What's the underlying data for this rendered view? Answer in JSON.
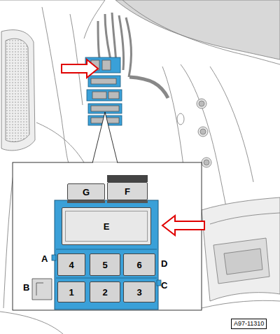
{
  "diagram": {
    "nodes": [
      {
        "text": [
          "G"
        ]
      },
      {
        "text": [
          "F"
        ]
      },
      {
        "text": [
          "E"
        ]
      },
      {
        "text": [
          "4"
        ]
      },
      {
        "text": [
          "5"
        ]
      },
      {
        "text": [
          "6"
        ]
      },
      {
        "text": [
          "1"
        ]
      },
      {
        "text": [
          "2"
        ]
      },
      {
        "text": [
          "3"
        ]
      }
    ],
    "labels": [
      "A",
      "D",
      "B",
      "C",
      "A97-11310"
    ]
  }
}
